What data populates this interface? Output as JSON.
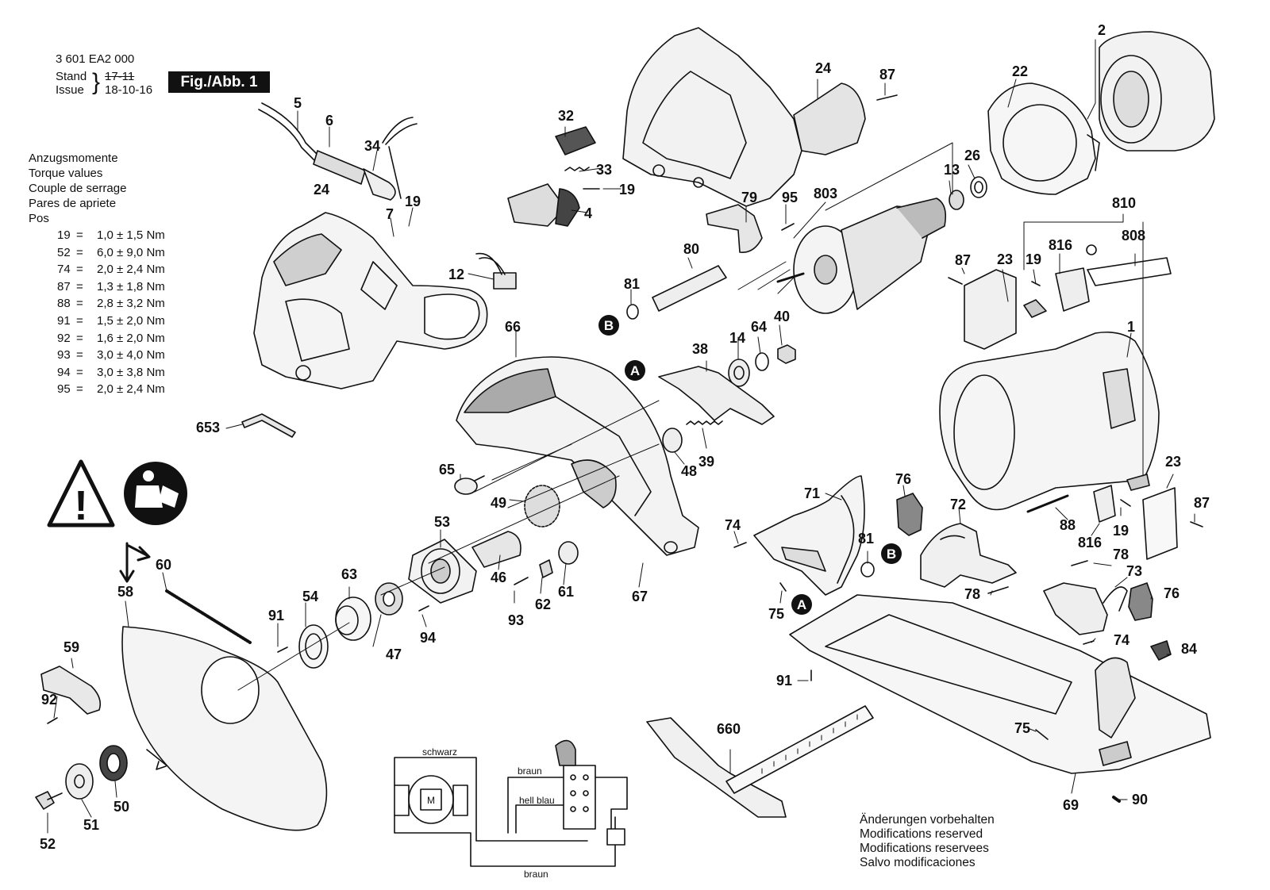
{
  "header": {
    "doc_number": "3 601 EA2 000",
    "stand_label": "Stand",
    "stand_value": "17-11",
    "issue_label": "Issue",
    "issue_value": "18-10-16",
    "figure_label": "Fig./Abb. 1"
  },
  "torque": {
    "titles": [
      "Anzugsmomente",
      "Torque values",
      "Couple de serrage",
      "Pares de apriete",
      "Pos"
    ],
    "rows": [
      {
        "pos": "19",
        "eq": "=",
        "value": "1,0 ± 1,5 Nm"
      },
      {
        "pos": "52",
        "eq": "=",
        "value": "6,0 ± 9,0 Nm"
      },
      {
        "pos": "74",
        "eq": "=",
        "value": "2,0 ± 2,4 Nm"
      },
      {
        "pos": "87",
        "eq": "=",
        "value": "1,3 ± 1,8 Nm"
      },
      {
        "pos": "88",
        "eq": "=",
        "value": "2,8 ± 3,2 Nm"
      },
      {
        "pos": "91",
        "eq": "=",
        "value": "1,5 ± 2,0 Nm"
      },
      {
        "pos": "92",
        "eq": "=",
        "value": "1,6 ± 2,0 Nm"
      },
      {
        "pos": "93",
        "eq": "=",
        "value": "3,0 ± 4,0 Nm"
      },
      {
        "pos": "94",
        "eq": "=",
        "value": "3,0 ± 3,8 Nm"
      },
      {
        "pos": "95",
        "eq": "=",
        "value": "2,0 ± 2,4 Nm"
      }
    ]
  },
  "part_labels": [
    "2",
    "5",
    "6",
    "34",
    "19",
    "7",
    "24",
    "12",
    "653",
    "32",
    "33",
    "19",
    "4",
    "24",
    "87",
    "22",
    "13",
    "26",
    "79",
    "95",
    "803",
    "80",
    "81",
    "14",
    "64",
    "40",
    "66",
    "38",
    "39",
    "48",
    "65",
    "49",
    "53",
    "46",
    "62",
    "61",
    "93",
    "67",
    "60",
    "58",
    "63",
    "47",
    "54",
    "91",
    "94",
    "59",
    "92",
    "50",
    "51",
    "52",
    "810",
    "816",
    "808",
    "87",
    "23",
    "19",
    "1",
    "23",
    "87",
    "88",
    "19",
    "816",
    "71",
    "76",
    "74",
    "81",
    "75",
    "72",
    "78",
    "73",
    "76",
    "78",
    "74",
    "84",
    "91",
    "75",
    "69",
    "90",
    "660"
  ],
  "callouts": {
    "a": "A",
    "b": "B"
  },
  "wiring": {
    "wire_black": "schwarz",
    "wire_brown_top": "braun",
    "wire_lightblue": "hell blau",
    "wire_brown_bottom": "braun",
    "motor": "M"
  },
  "notes": [
    "Änderungen vorbehalten",
    "Modifications reserved",
    "Modifications reservees",
    "Salvo modificaciones"
  ]
}
